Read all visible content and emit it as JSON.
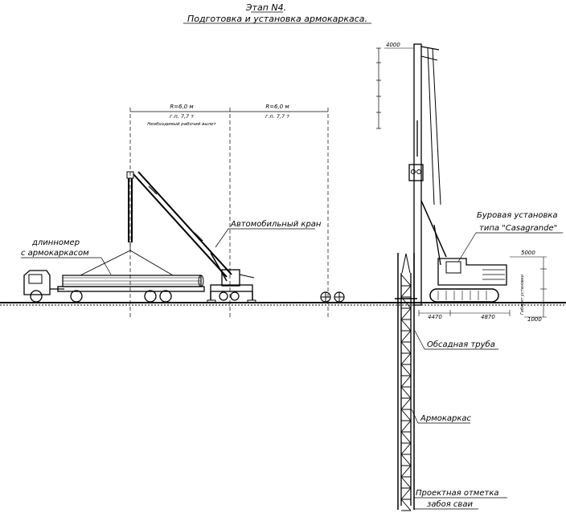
{
  "title": {
    "stage": "Этап N4.",
    "subtitle": "Подготовка и установка армокаркаса."
  },
  "crane_radius": {
    "left": {
      "radius": "R=6,0 м",
      "capacity": "г.п. 7,7 т",
      "note": "Необходимый рабочий вылет"
    },
    "right": {
      "radius": "R=6,0 м",
      "capacity": "г.п. 7,7 т"
    }
  },
  "labels": {
    "truck": [
      "длинномер",
      "с армокаркасом"
    ],
    "crane": "Автомобильный кран",
    "rig": [
      "Буровая установка",
      "типа \"Casagrande\""
    ],
    "casing": "Обсадная труба",
    "cage": "Армокаркас",
    "bottom": [
      "Проектная отметка",
      "забоя сваи"
    ]
  },
  "dimensions": {
    "mast_top": "4000",
    "track_left": "4470",
    "track_right": "4870",
    "rig_width": "5000",
    "rig_base": "1000",
    "rig_vertical": "Габарит установки"
  }
}
